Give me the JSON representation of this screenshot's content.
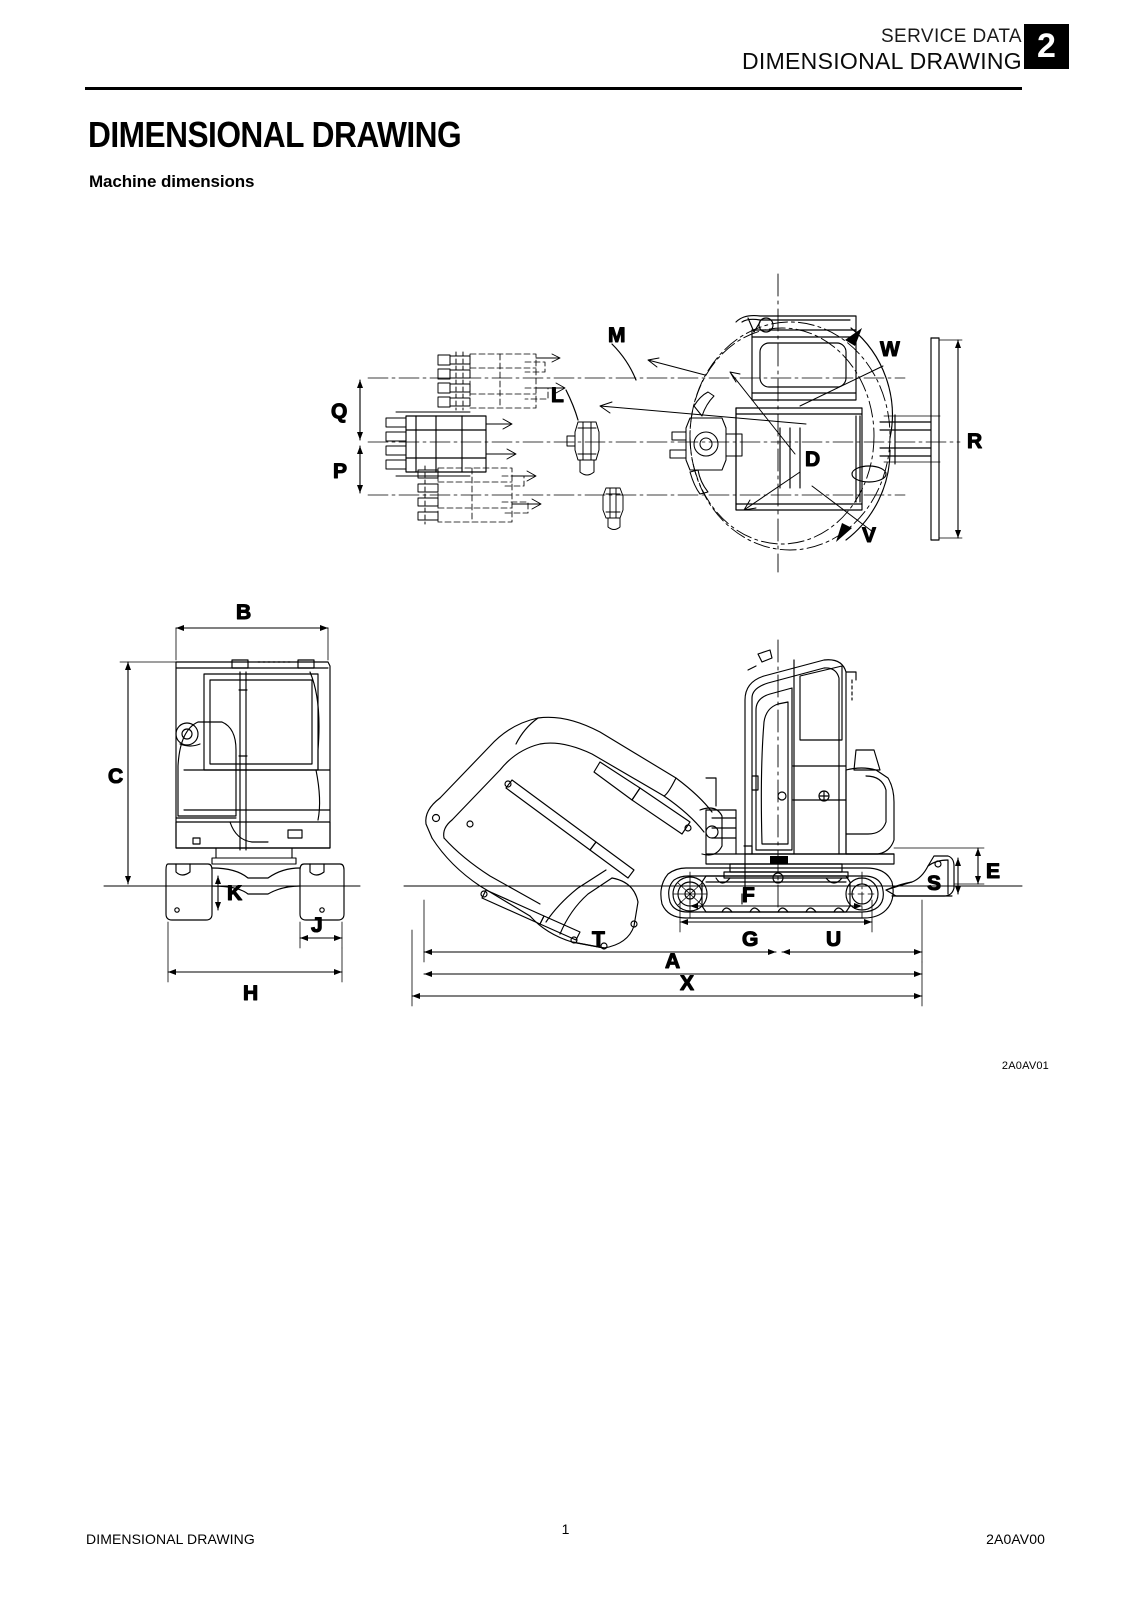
{
  "header": {
    "line1": "SERVICE DATA",
    "line2": "DIMENSIONAL DRAWING",
    "section_number": "2"
  },
  "title": "DIMENSIONAL DRAWING",
  "subtitle": "Machine dimensions",
  "figure": {
    "id": "2A0AV01",
    "caption": ""
  },
  "footer": {
    "left": "DIMENSIONAL DRAWING",
    "page": "1",
    "right": "2A0AV00"
  },
  "dimension_labels": {
    "top_view": [
      {
        "key": "Q",
        "label": "Q"
      },
      {
        "key": "P",
        "label": "P"
      },
      {
        "key": "M",
        "label": "M"
      },
      {
        "key": "L",
        "label": "L"
      },
      {
        "key": "W",
        "label": "W"
      },
      {
        "key": "R",
        "label": "R"
      },
      {
        "key": "D",
        "label": "D"
      },
      {
        "key": "V",
        "label": "V"
      }
    ],
    "front_view": [
      {
        "key": "B",
        "label": "B"
      },
      {
        "key": "C",
        "label": "C"
      },
      {
        "key": "K",
        "label": "K"
      },
      {
        "key": "J",
        "label": "J"
      },
      {
        "key": "H",
        "label": "H"
      }
    ],
    "side_view": [
      {
        "key": "S",
        "label": "S"
      },
      {
        "key": "E",
        "label": "E"
      },
      {
        "key": "F",
        "label": "F"
      },
      {
        "key": "G",
        "label": "G"
      },
      {
        "key": "T",
        "label": "T"
      },
      {
        "key": "U",
        "label": "U"
      },
      {
        "key": "A",
        "label": "A"
      },
      {
        "key": "X",
        "label": "X"
      }
    ]
  },
  "labels": {
    "Q": "Q",
    "P": "P",
    "M": "M",
    "L": "L",
    "W": "W",
    "R": "R",
    "D": "D",
    "V": "V",
    "B": "B",
    "C": "C",
    "K": "K",
    "J": "J",
    "H": "H",
    "S": "S",
    "E": "E",
    "F": "F",
    "G": "G",
    "T": "T",
    "U": "U",
    "A": "A",
    "X": "X"
  },
  "colors": {
    "ink": "#000000",
    "paper": "#ffffff",
    "badge_bg": "#000000",
    "badge_fg": "#ffffff"
  }
}
